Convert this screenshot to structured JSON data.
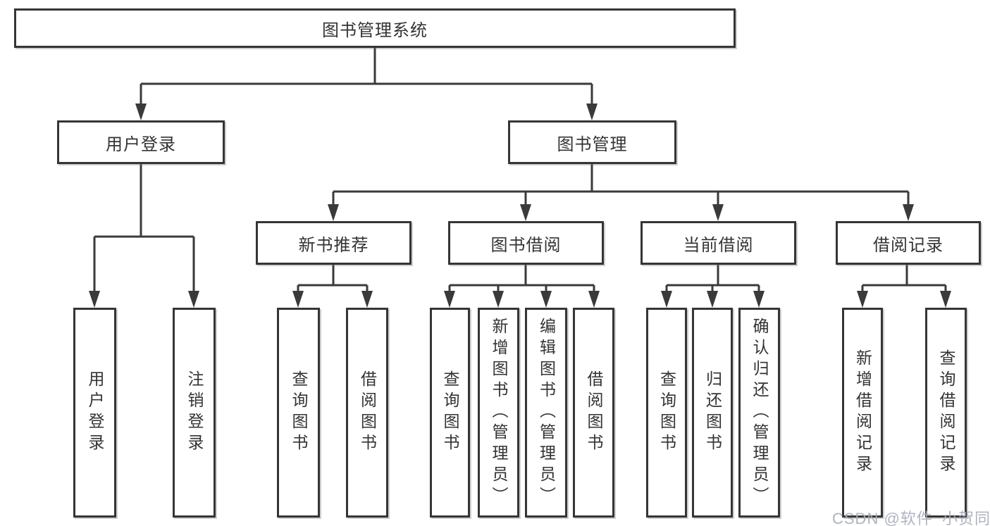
{
  "diagram": {
    "root": {
      "label": "图书管理系统"
    },
    "level2": [
      {
        "label": "用户登录"
      },
      {
        "label": "图书管理"
      }
    ],
    "level3": [
      {
        "label": "新书推荐"
      },
      {
        "label": "图书借阅"
      },
      {
        "label": "当前借阅"
      },
      {
        "label": "借阅记录"
      }
    ],
    "leaves": [
      {
        "label": "用户登录"
      },
      {
        "label": "注销登录"
      },
      {
        "label": "查询图书"
      },
      {
        "label": "借阅图书"
      },
      {
        "label": "查询图书"
      },
      {
        "label": "新增图书（管理员）"
      },
      {
        "label": "编辑图书（管理员）"
      },
      {
        "label": "借阅图书"
      },
      {
        "label": "查询图书"
      },
      {
        "label": "归还图书"
      },
      {
        "label": "确认归还（管理员）"
      },
      {
        "label": "新增借阅记录"
      },
      {
        "label": "查询借阅记录"
      }
    ]
  },
  "watermark": {
    "text": "CSDN @软件_小贺同学"
  },
  "colors": {
    "line": "#3a3a3a",
    "box_border": "#353535",
    "box_background": "#ffffff",
    "text": "#333333",
    "watermark": "#a8acb8"
  }
}
